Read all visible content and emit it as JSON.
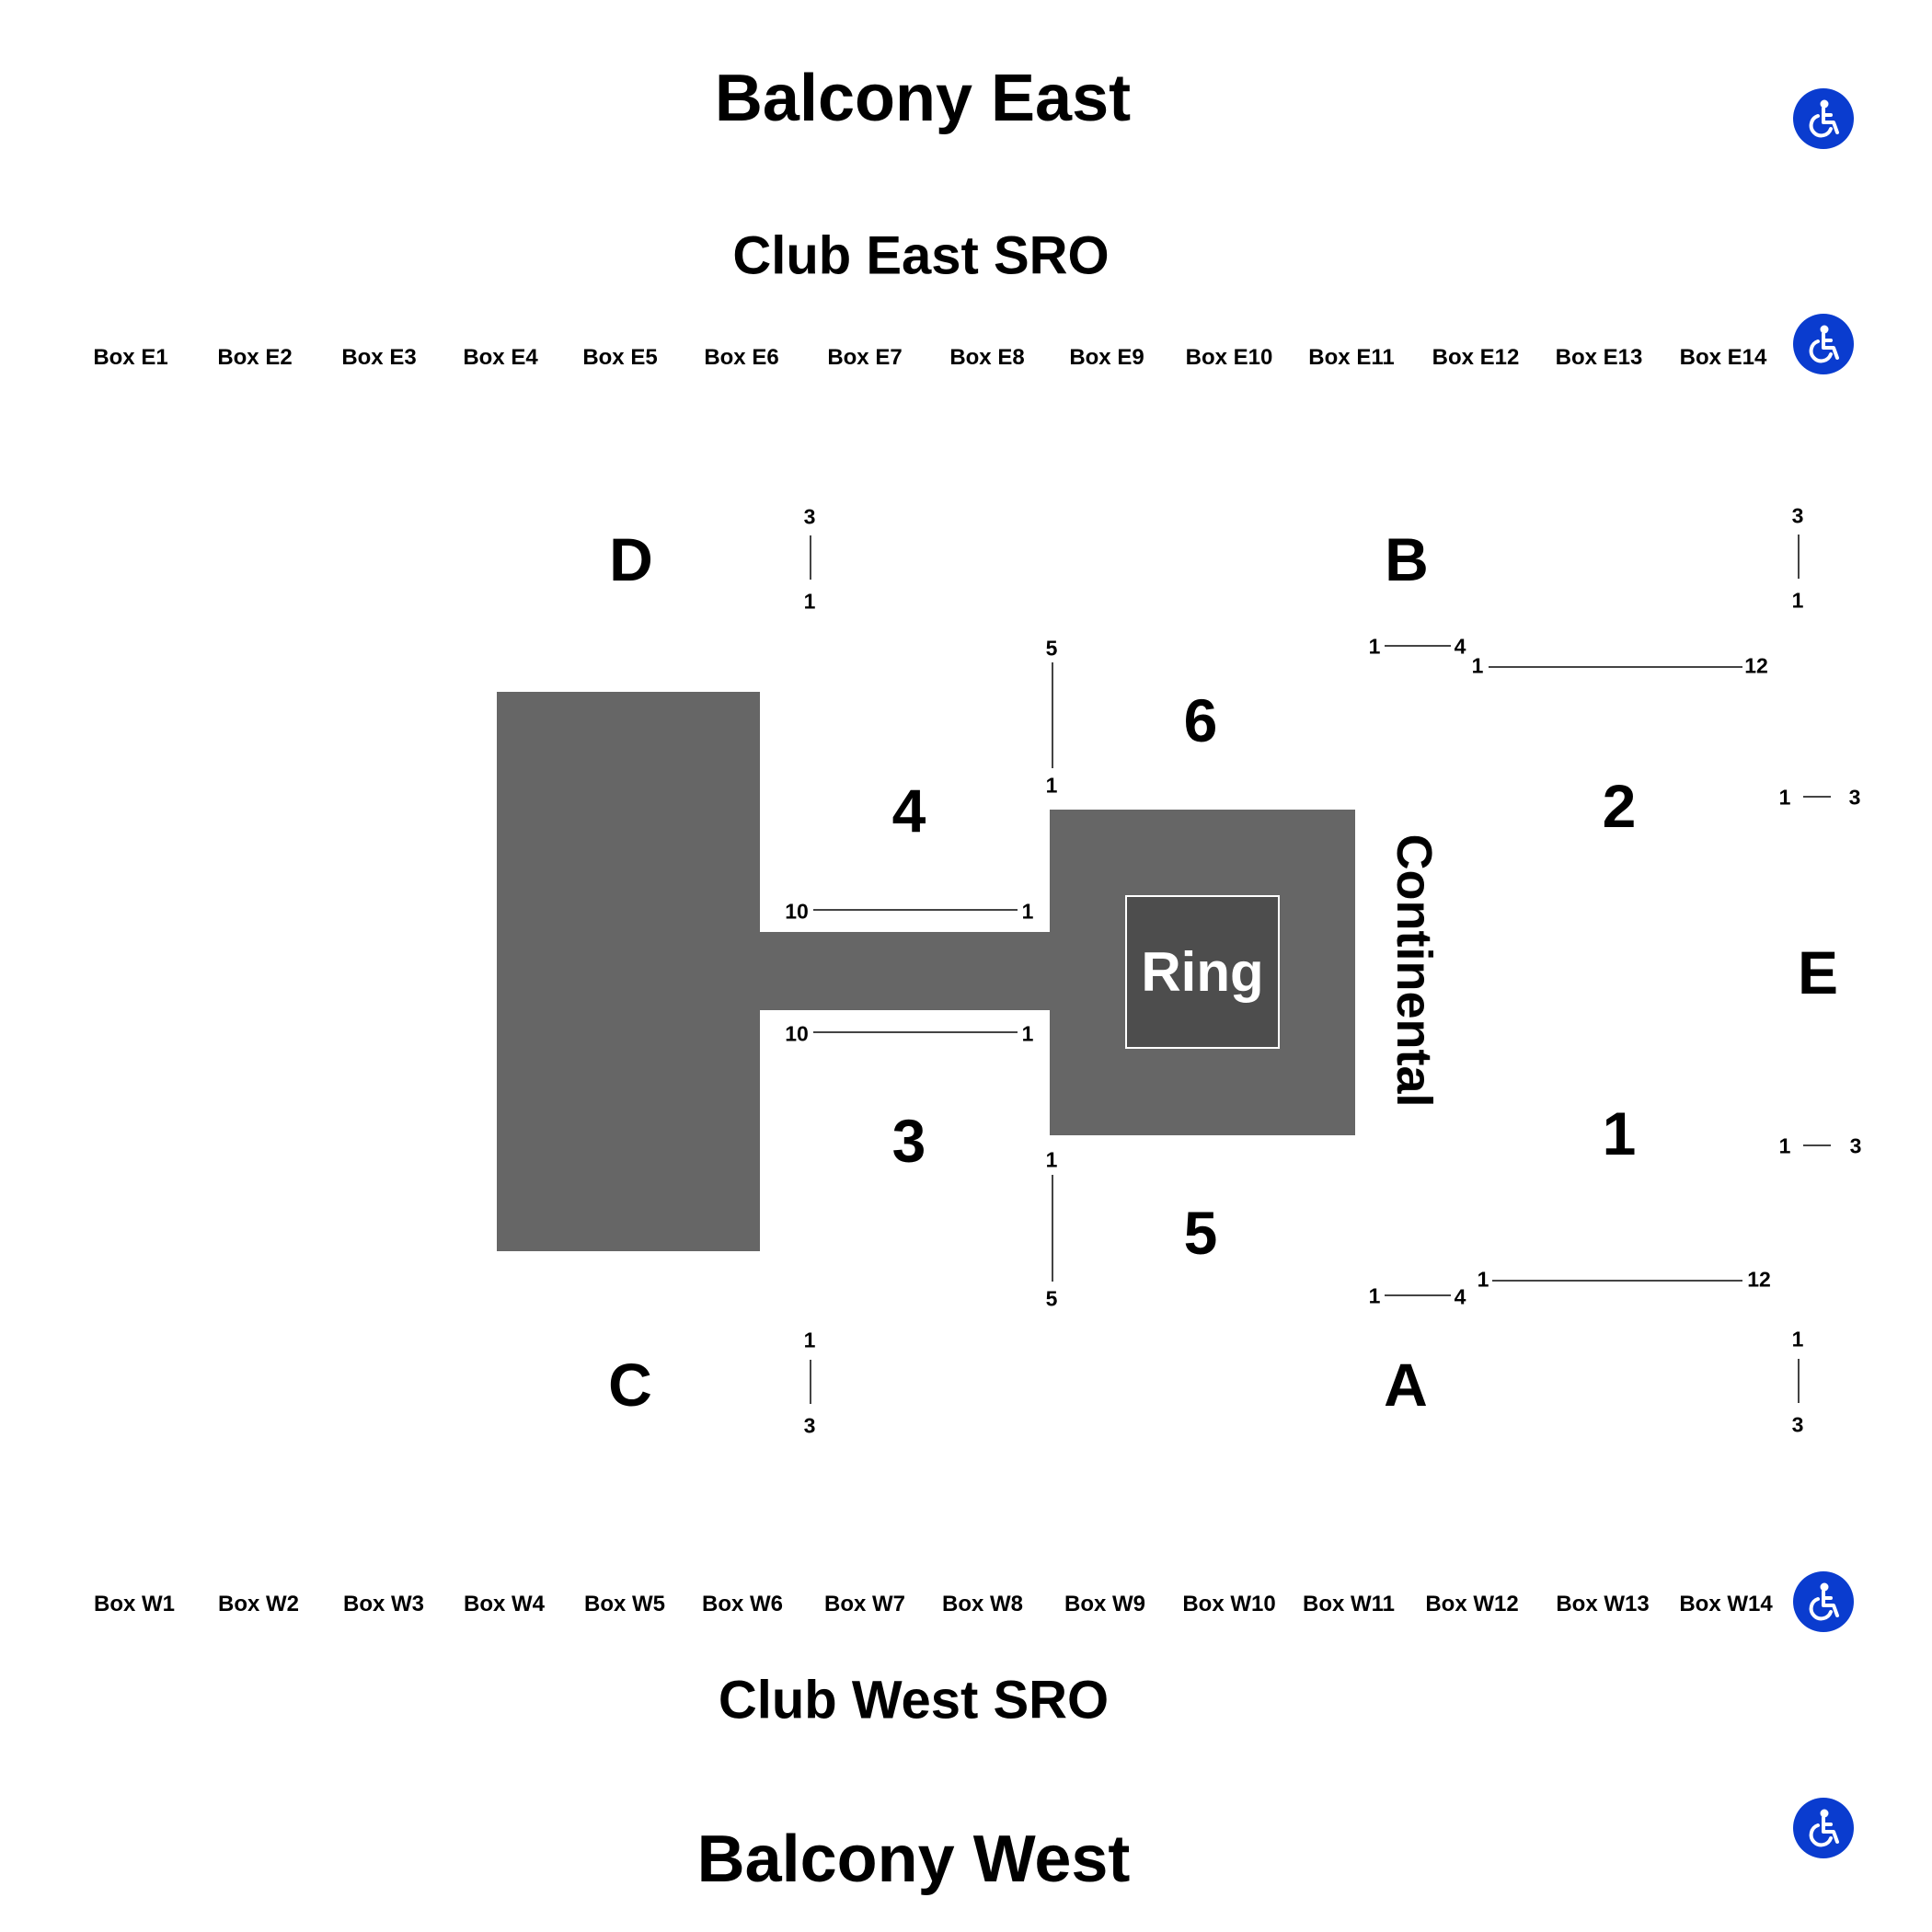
{
  "titles": {
    "balcony_east": "Balcony East",
    "club_east": "Club East SRO",
    "club_west": "Club West SRO",
    "balcony_west": "Balcony West"
  },
  "boxes_east": [
    "Box E1",
    "Box E2",
    "Box E3",
    "Box E4",
    "Box E5",
    "Box E6",
    "Box E7",
    "Box E8",
    "Box E9",
    "Box E10",
    "Box E11",
    "Box E12",
    "Box E13",
    "Box E14"
  ],
  "boxes_west": [
    "Box W1",
    "Box W2",
    "Box W3",
    "Box W4",
    "Box W5",
    "Box W6",
    "Box W7",
    "Box W8",
    "Box W9",
    "Box W10",
    "Box W11",
    "Box W12",
    "Box W13",
    "Box W14"
  ],
  "sections": {
    "d": "D",
    "b": "B",
    "c": "C",
    "a": "A",
    "e": "E",
    "s1": "1",
    "s2": "2",
    "s3": "3",
    "s4": "4",
    "s5": "5",
    "s6": "6"
  },
  "ring_label": "Ring",
  "continental_label": "Continental",
  "row_labels": {
    "one": "1",
    "three": "3",
    "four": "4",
    "five": "5",
    "ten": "10",
    "twelve": "12"
  },
  "colors": {
    "floor": "#666666",
    "ring": "#4d4d4d",
    "accessible": "#0a3ccf"
  },
  "icons": [
    "wheelchair-accessible-icon"
  ]
}
